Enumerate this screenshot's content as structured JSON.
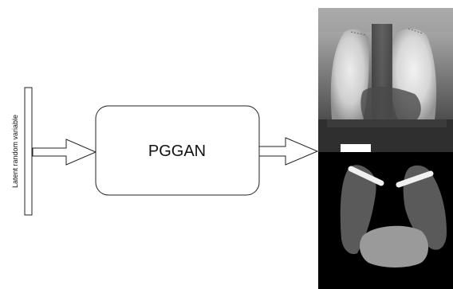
{
  "diagram": {
    "input_label": "Latent random variable",
    "generator_label": "PGGAN"
  },
  "outputs": {
    "top_image": "synthetic-chest-xray",
    "bottom_image": "segmentation-mask",
    "mask_colors": {
      "background": "#000000",
      "left_lung": "#5a5a5a",
      "right_lung": "#5a5a5a",
      "heart": "#9a9a9a",
      "clavicles": "#f0f0f0"
    }
  }
}
